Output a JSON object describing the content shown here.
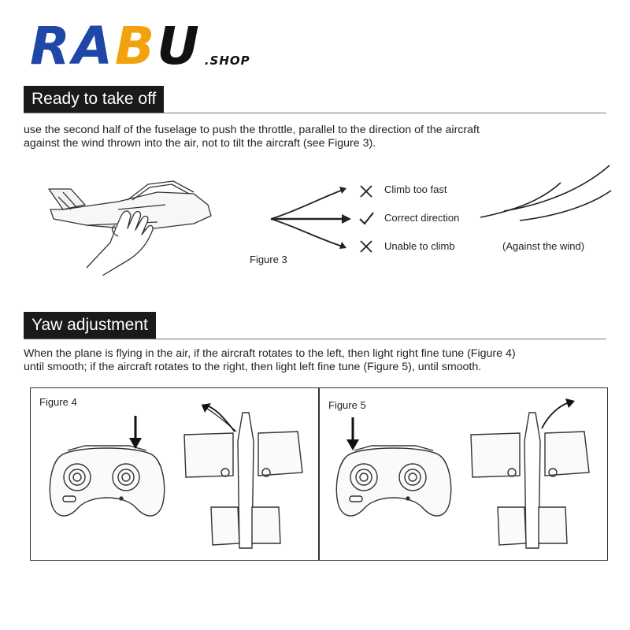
{
  "logo": {
    "letters": [
      "R",
      "A",
      "B",
      "U"
    ],
    "suffix": ".SHOP"
  },
  "sections": [
    {
      "title": "Ready to take off",
      "lines": [
        "use the second half of the fuselage to push the throttle, parallel to the direction of the aircraft",
        "against the wind thrown into the air, not to tilt the aircraft (see Figure 3)."
      ]
    },
    {
      "title": "Yaw adjustment",
      "lines": [
        "When the plane is flying in the air, if the aircraft rotates to the left, then light right fine tune (Figure 4)",
        "until smooth; if the aircraft rotates to the right, then light left fine tune (Figure 5), until smooth."
      ]
    }
  ],
  "figure3": {
    "label": "Figure 3",
    "options": [
      {
        "mark": "cross",
        "text": "Climb too fast"
      },
      {
        "mark": "check",
        "text": "Correct direction"
      },
      {
        "mark": "cross",
        "text": "Unable to climb"
      }
    ],
    "wind_label": "(Against the wind)"
  },
  "figure4": {
    "label": "Figure 4"
  },
  "figure5": {
    "label": "Figure 5"
  },
  "colors": {
    "logo_blue": "#1f47a8",
    "logo_orange": "#f2a20c",
    "header_bg": "#1a1a1a"
  }
}
